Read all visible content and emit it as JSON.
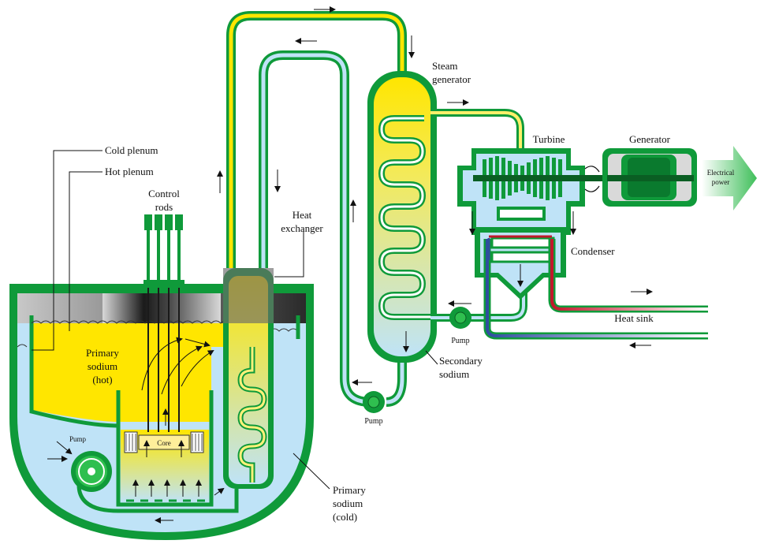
{
  "labels": {
    "cold_plenum": "Cold plenum",
    "hot_plenum": "Hot plenum",
    "control_rods_line1": "Control",
    "control_rods_line2": "rods",
    "heat_exchanger_line1": "Heat",
    "heat_exchanger_line2": "exchanger",
    "steam_generator_line1": "Steam",
    "steam_generator_line2": "generator",
    "turbine": "Turbine",
    "generator": "Generator",
    "electrical_power_line1": "Electrical",
    "electrical_power_line2": "power",
    "condenser": "Condenser",
    "heat_sink": "Heat sink",
    "pump_secondary": "Pump",
    "pump_intermediate": "Pump",
    "pump_primary": "Pump",
    "secondary_sodium_line1": "Secondary",
    "secondary_sodium_line2": "sodium",
    "primary_sodium_hot_line1": "Primary",
    "primary_sodium_hot_line2": "sodium",
    "primary_sodium_hot_line3": "(hot)",
    "primary_sodium_cold_line1": "Primary",
    "primary_sodium_cold_line2": "sodium",
    "primary_sodium_cold_line3": "(cold)",
    "core": "Core"
  },
  "colors": {
    "vessel_green": "#0f9a3a",
    "vessel_dark_green": "#0a5e23",
    "hot_sodium_yellow": "#ffe600",
    "cold_sodium_blue": "#bfe3f7",
    "steam_yellow": "#fff06a",
    "cooling_red": "#c0182a",
    "cooling_blue": "#2e4e9e",
    "power_arrow_green": "#3fbf5a"
  }
}
